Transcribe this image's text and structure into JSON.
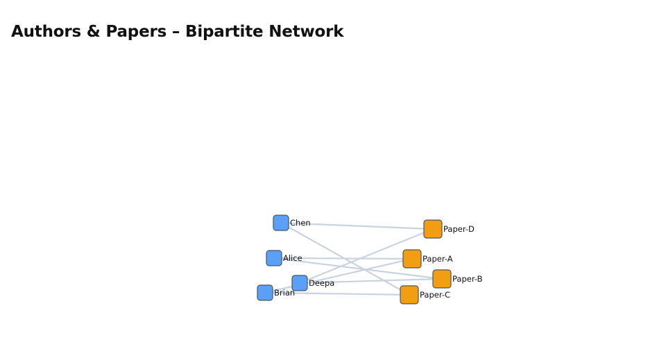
{
  "title": "Authors & Papers – Bipartite Network",
  "colors": {
    "author": "#5aa0f7",
    "paper": "#f29e12",
    "edge": "#c9d3df",
    "node_border": "#4a5563"
  },
  "nodes": [
    {
      "id": "Chen",
      "label": "Chen",
      "group": "author"
    },
    {
      "id": "Alice",
      "label": "Alice",
      "group": "author"
    },
    {
      "id": "Deepa",
      "label": "Deepa",
      "group": "author"
    },
    {
      "id": "Brian",
      "label": "Brian",
      "group": "author"
    },
    {
      "id": "Paper-D",
      "label": "Paper-D",
      "group": "paper"
    },
    {
      "id": "Paper-A",
      "label": "Paper-A",
      "group": "paper"
    },
    {
      "id": "Paper-B",
      "label": "Paper-B",
      "group": "paper"
    },
    {
      "id": "Paper-C",
      "label": "Paper-C",
      "group": "paper"
    }
  ],
  "edges": [
    {
      "source": "Chen",
      "target": "Paper-D"
    },
    {
      "source": "Chen",
      "target": "Paper-C"
    },
    {
      "source": "Alice",
      "target": "Paper-A"
    },
    {
      "source": "Alice",
      "target": "Paper-B"
    },
    {
      "source": "Deepa",
      "target": "Paper-D"
    },
    {
      "source": "Deepa",
      "target": "Paper-B"
    },
    {
      "source": "Brian",
      "target": "Paper-C"
    },
    {
      "source": "Brian",
      "target": "Paper-A"
    }
  ]
}
